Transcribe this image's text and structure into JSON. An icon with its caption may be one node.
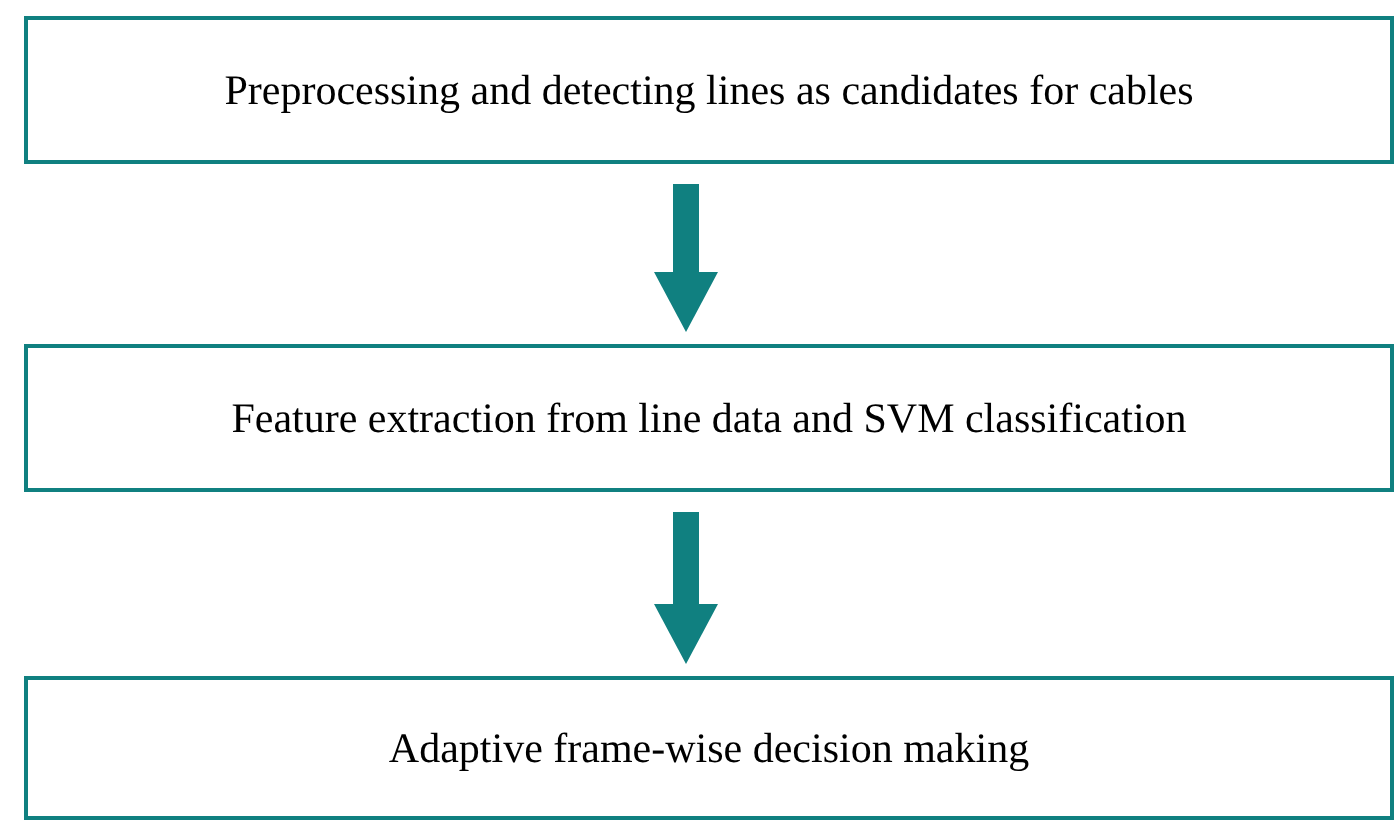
{
  "diagram": {
    "nodes": [
      {
        "text": [
          "Preprocessing and detecting lines as candidates for cables"
        ]
      },
      {
        "text": [
          "Feature extraction from line data and SVM classification"
        ]
      },
      {
        "text": [
          "Adaptive frame-wise decision making"
        ]
      }
    ],
    "edges": [
      {
        "from": 0,
        "to": 1,
        "arrow": "to"
      },
      {
        "from": 1,
        "to": 2,
        "arrow": "to"
      }
    ]
  }
}
